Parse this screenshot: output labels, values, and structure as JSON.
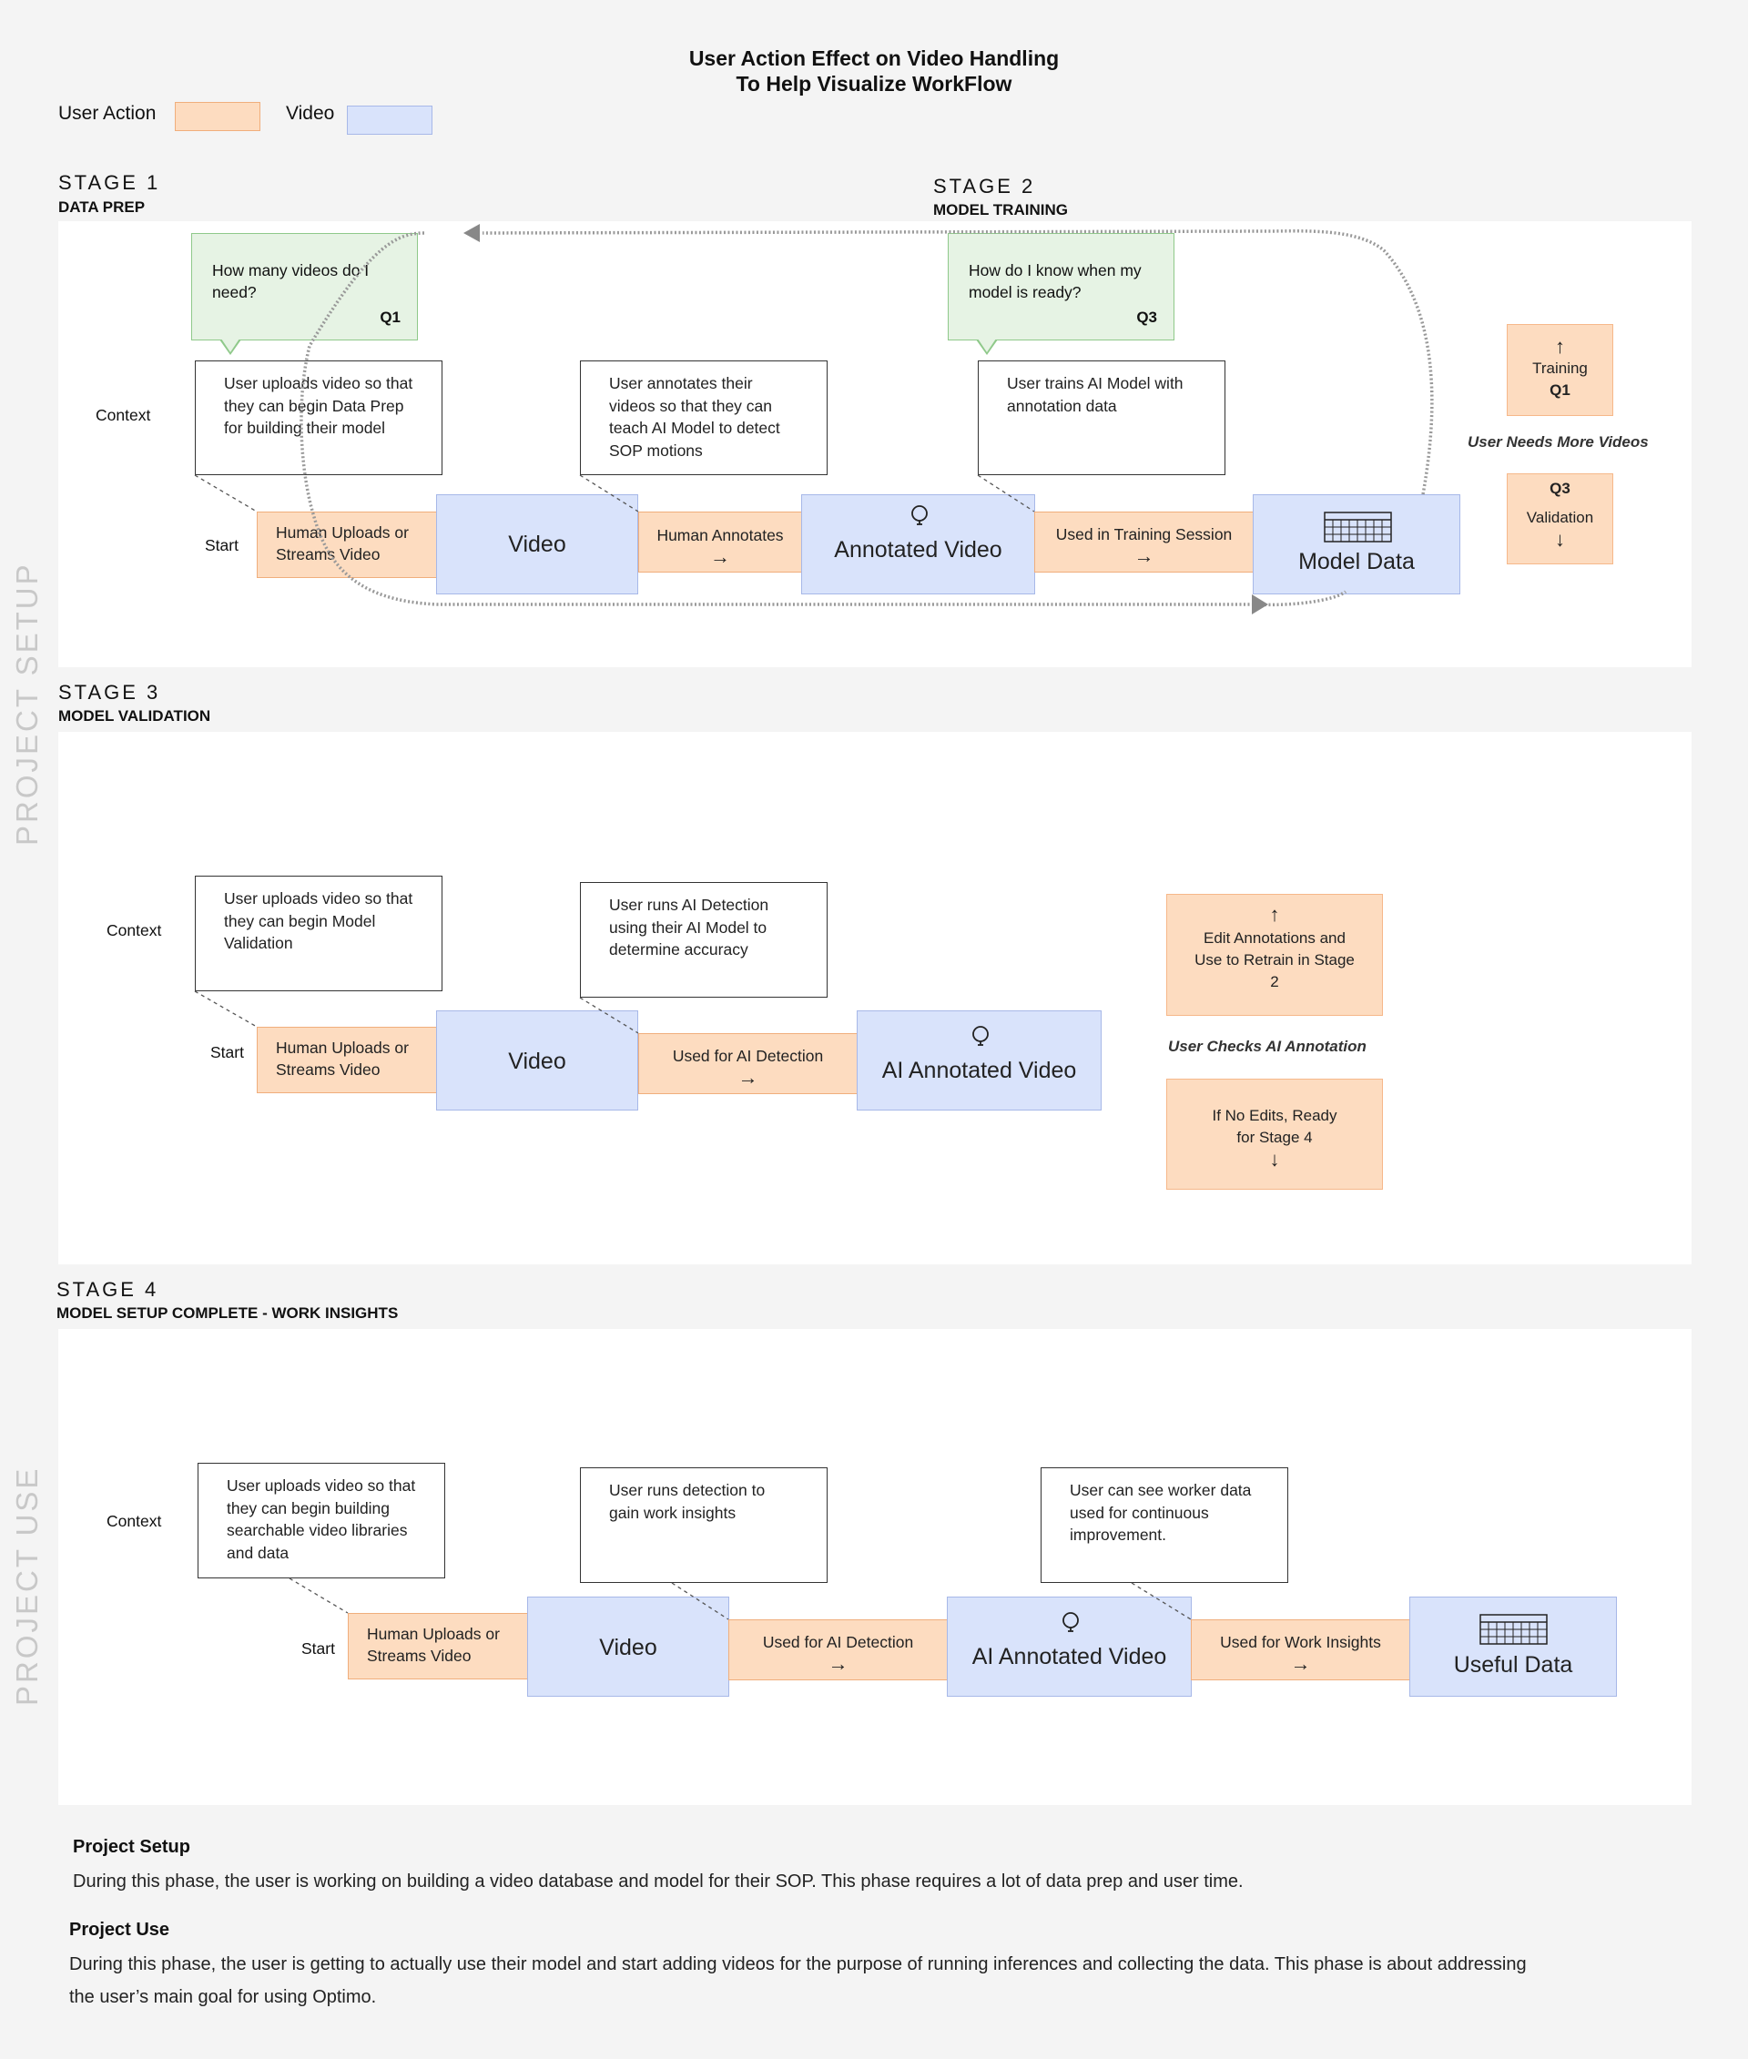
{
  "title": {
    "line1": "User Action Effect on Video Handling",
    "line2": "To Help Visualize WorkFlow"
  },
  "legend": {
    "user_action": "User Action",
    "video": "Video",
    "user_action_color": "#fddcc0",
    "video_color": "#d9e3fb"
  },
  "side_labels": {
    "setup": "PROJECT SETUP",
    "use": "PROJECT USE"
  },
  "common": {
    "context": "Context",
    "start": "Start"
  },
  "stage1": {
    "num": "STAGE 1",
    "sub": "DATA PREP",
    "q1_text": "How many videos do I need?",
    "q1_id": "Q1",
    "ctx1": "User uploads video so that they can begin Data Prep for building their model",
    "ctx2": "User annotates their videos so that they can teach AI Model to detect SOP motions",
    "ctx3": "User trains AI Model with annotation data",
    "act1": "Human Uploads or Streams Video",
    "video": "Video",
    "act2": "Human Annotates",
    "annotated": "Annotated Video",
    "act3": "Used in Training Session",
    "model": "Model Data",
    "arrow": "→",
    "training": "Training",
    "training_q": "Q1",
    "needs_more": "User Needs More Videos",
    "validation_q": "Q3",
    "validation": "Validation",
    "up": "↑",
    "down": "↓"
  },
  "stage2": {
    "num": "STAGE 2",
    "sub": "MODEL TRAINING",
    "q3_text": "How do I know when my model is ready?",
    "q3_id": "Q3"
  },
  "stage3": {
    "num": "STAGE 3",
    "sub": "MODEL VALIDATION",
    "ctx1": "User uploads video so that they can begin Model Validation",
    "ctx2": "User runs AI Detection using their AI Model to determine accuracy",
    "act1": "Human Uploads or Streams Video",
    "video": "Video",
    "act2": "Used for AI Detection",
    "ai_video": "AI Annotated Video",
    "edit": "Edit Annotations and Use to Retrain in Stage 2",
    "checks": "User Checks AI Annotation",
    "no_edits": "If No Edits, Ready for Stage 4"
  },
  "stage4": {
    "num": "STAGE 4",
    "sub": "MODEL SETUP COMPLETE - WORK INSIGHTS",
    "ctx1": "User uploads video so that they can begin building searchable video libraries and data",
    "ctx2": "User runs detection to gain work insights",
    "ctx3": "User can see worker data used for continuous improvement.",
    "act1": "Human Uploads or Streams Video",
    "video": "Video",
    "act2": "Used for AI Detection",
    "ai_video": "AI Annotated Video",
    "act3": "Used for Work Insights",
    "useful": "Useful Data"
  },
  "footer": {
    "setup_title": "Project Setup",
    "setup_text": "During this phase, the user is working on building a video database and model for their SOP. This phase requires a lot of data prep and user time.",
    "use_title": "Project Use",
    "use_text_1": "During this phase, the user is getting to actually use their model and start adding videos for the purpose of running inferences and collecting the data. This phase is about addressing",
    "use_text_2": "the user’s main goal for using Optimo."
  }
}
